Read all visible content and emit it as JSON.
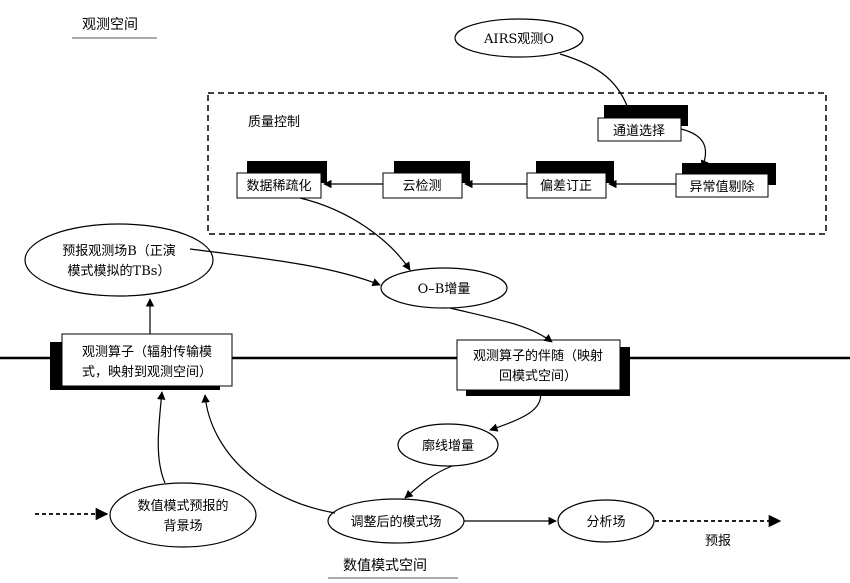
{
  "space_labels": {
    "observation_space": "观测空间",
    "model_space": "数值模式空间"
  },
  "quality_control": {
    "title": "质量控制",
    "steps": {
      "channel_selection": "通道选择",
      "outlier_removal": "异常值剔除",
      "bias_correction": "偏差订正",
      "cloud_detection": "云检测",
      "data_thinning": "数据稀疏化"
    }
  },
  "nodes": {
    "airs_obs": "AIRS观测O",
    "forecast_obs_line1": "预报观测场B（正演",
    "forecast_obs_line2": "模式模拟的TBs）",
    "omb": "O–B增量",
    "obs_operator_line1": "观测算子（辐射传输模",
    "obs_operator_line2": "式，映射到观测空间）",
    "adjoint_line1": "观测算子的伴随（映射",
    "adjoint_line2": "回模式空间）",
    "profile_increment": "廓线增量",
    "background_line1": "数值模式预报的",
    "background_line2": "背景场",
    "adjusted_field": "调整后的模式场",
    "analysis_field": "分析场",
    "forecast": "预报"
  }
}
